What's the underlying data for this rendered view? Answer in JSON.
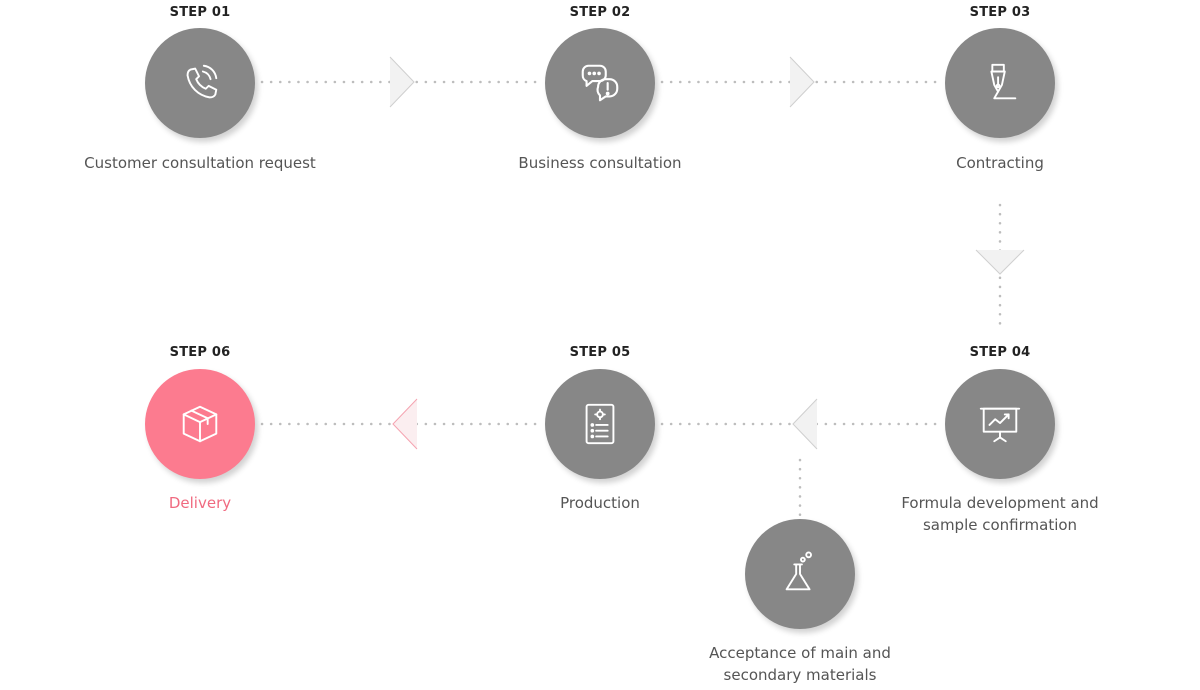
{
  "steps": [
    {
      "label": "STEP 01",
      "caption": "Customer consultation request",
      "icon": "phone-icon"
    },
    {
      "label": "STEP 02",
      "caption": "Business consultation",
      "icon": "chat-bubbles-icon"
    },
    {
      "label": "STEP 03",
      "caption": "Contracting",
      "icon": "fountain-pen-icon"
    },
    {
      "label": "STEP 04",
      "caption": "Formula development and sample confirmation",
      "icon": "presentation-board-icon"
    },
    {
      "label": "STEP 05",
      "caption": "Production",
      "icon": "document-gear-icon"
    },
    {
      "label": "STEP 06",
      "caption": "Delivery",
      "icon": "package-box-icon"
    }
  ],
  "substep": {
    "caption": "Acceptance of main and secondary materials",
    "icon": "flask-icon"
  },
  "colors": {
    "circle": "#878787",
    "active": "#fc7b8f",
    "active_text": "#f06a80",
    "dots": "#bdbdbd"
  }
}
